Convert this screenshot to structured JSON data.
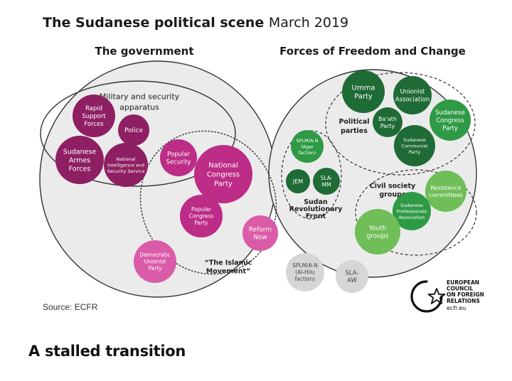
{
  "title": {
    "main": "The Sudanese political scene",
    "date": "March 2019"
  },
  "sections": {
    "government": "The government",
    "ffc": "Forces of Freedom and Change"
  },
  "groups": {
    "military": [
      "Military and security",
      "apparatus"
    ],
    "islamic": [
      "“The Islamic",
      "Movement”"
    ],
    "political_parties": [
      "Political",
      "parties"
    ],
    "civil_society": [
      "Civil society",
      "groups"
    ],
    "srf": [
      "Sudan",
      "Revolutionary",
      "Front"
    ]
  },
  "actors": {
    "rsf": [
      "Rapid",
      "Support",
      "Forces"
    ],
    "police": [
      "Police"
    ],
    "saf": [
      "Sudanese",
      "Armes",
      "Forces"
    ],
    "niss": [
      "National",
      "Intelligence and",
      "Security Service"
    ],
    "popular_security": [
      "Popular",
      "Security"
    ],
    "ncp": [
      "National",
      "Congress",
      "Party"
    ],
    "pcp": [
      "Popular",
      "Congress",
      "Party"
    ],
    "reform_now": [
      "Reform",
      "Now"
    ],
    "dup": [
      "Democratic",
      "Unionist",
      "Party"
    ],
    "umma": [
      "Umma",
      "Party"
    ],
    "unionist": [
      "Unionist",
      "Association"
    ],
    "baath": [
      "Ba’ath",
      "Party"
    ],
    "sudanese_congress": [
      "Sudanese",
      "Congress",
      "Party"
    ],
    "communist": [
      "Sudanese",
      "Communist",
      "Party"
    ],
    "splm_agar": [
      "SPLM/A-N",
      "(Agar",
      "faction)"
    ],
    "jem": [
      "JEM"
    ],
    "sla_mm": [
      "SLA-",
      "MM"
    ],
    "resistance": [
      "Resistance",
      "committees"
    ],
    "professionals": [
      "Sudanese",
      "Professionals",
      "Association"
    ],
    "youth": [
      "Youth",
      "groups"
    ],
    "splm_hilu": [
      "SPLM/A-N",
      "(Al-Hilu",
      "faction)"
    ],
    "sla_aw": [
      "SLA-",
      "AW"
    ]
  },
  "source": "Source: ECFR",
  "logo": {
    "lines": [
      "EUROPEAN",
      "COUNCIL",
      "ON FOREIGN",
      "RELATIONS"
    ],
    "url": "ecfr.eu"
  },
  "heading": "A stalled transition",
  "colors": {
    "dark_purple": "#8e1f62",
    "magenta": "#bd2c86",
    "pink": "#da5ba8",
    "dark_green": "#1f6b35",
    "mid_green": "#2f9a45",
    "light_green": "#6fbe57",
    "grey": "#d6d6d6"
  }
}
